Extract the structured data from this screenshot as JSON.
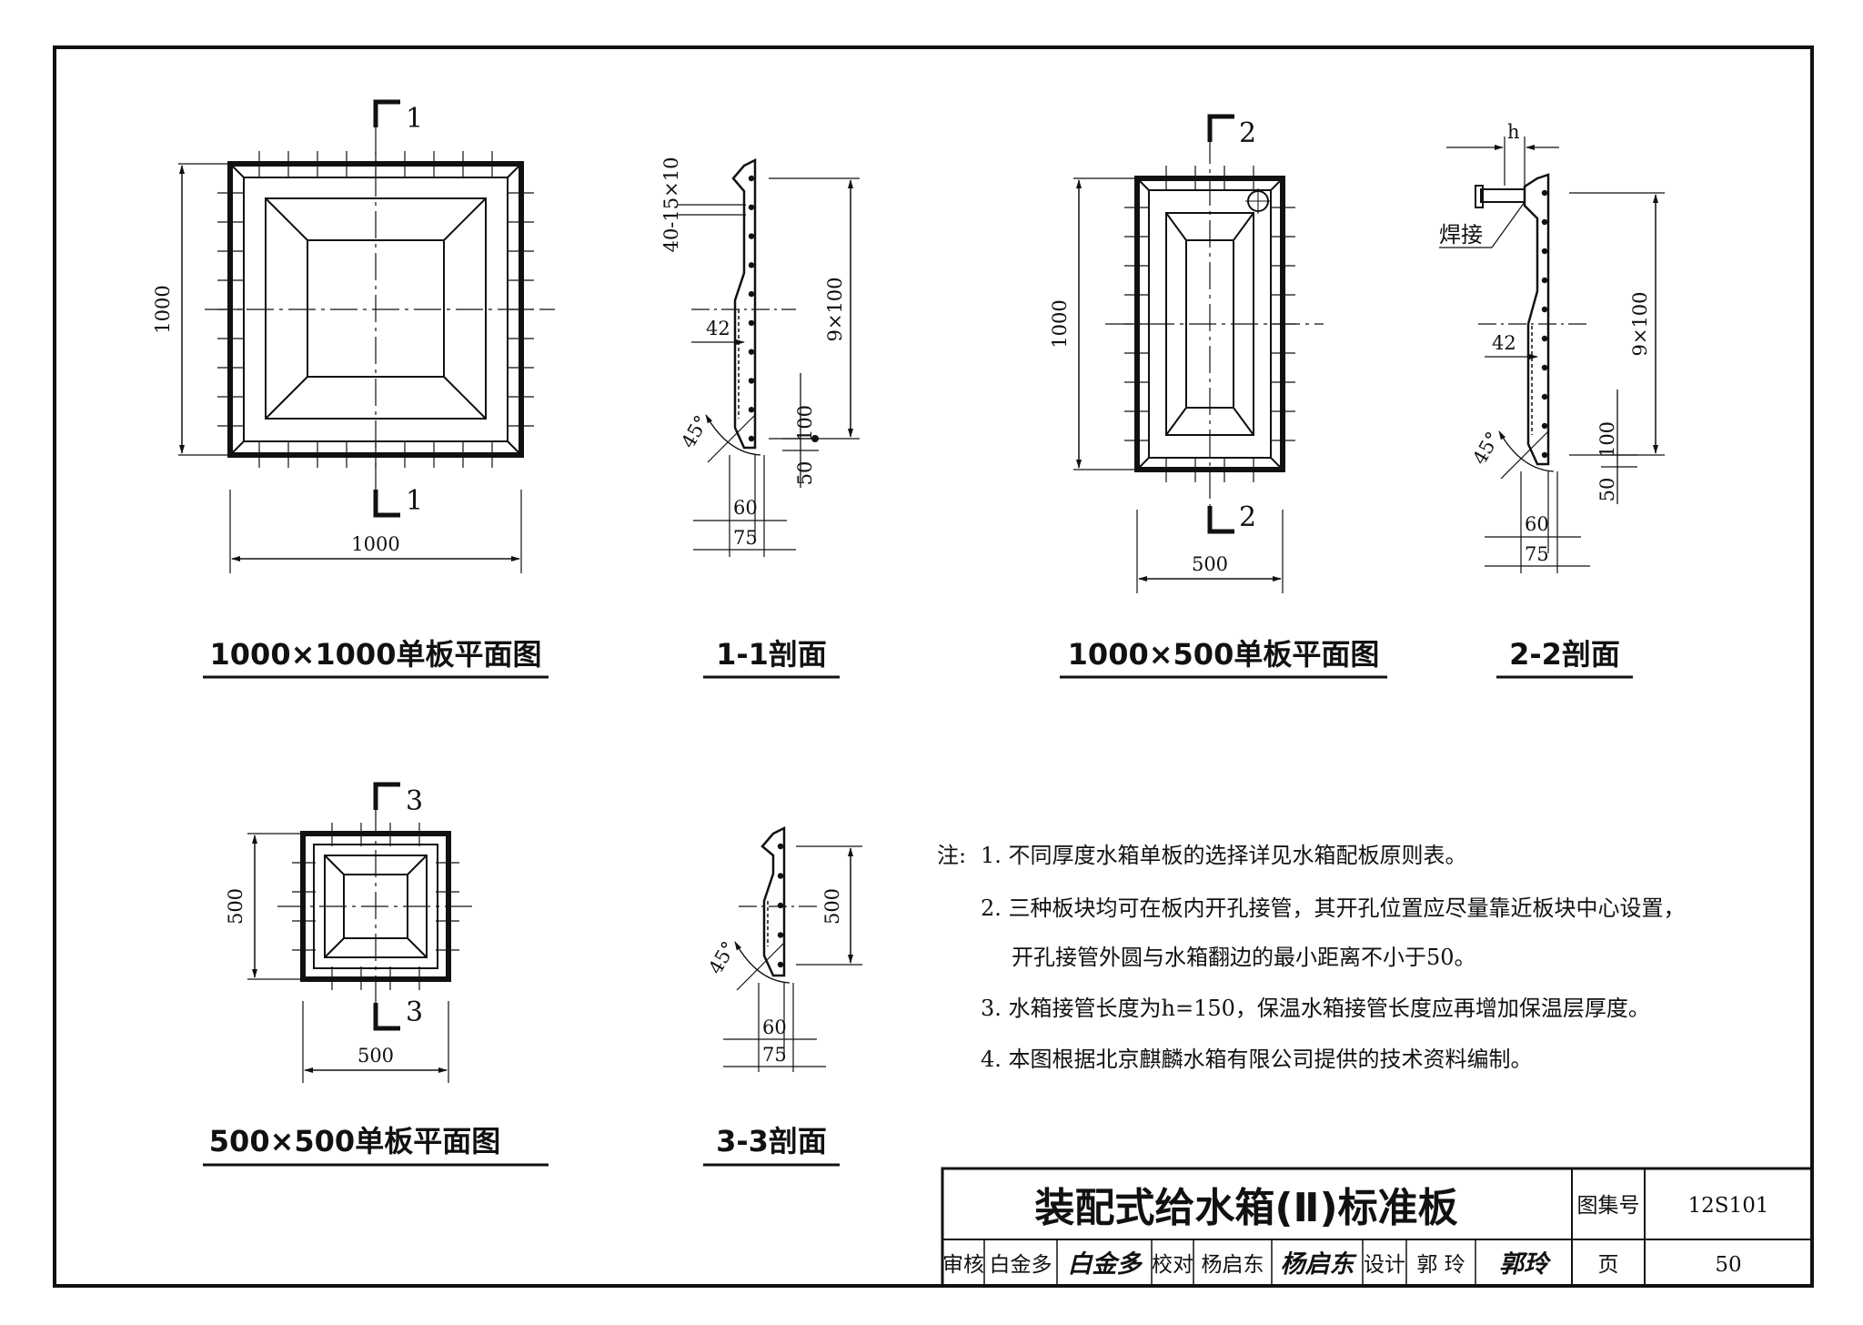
{
  "views": {
    "plan_1000x1000": {
      "caption": "1000×1000单板平面图",
      "dim_width": "1000",
      "dim_height": "1000",
      "section_mark": "1"
    },
    "section_1_1": {
      "caption": "1-1剖面",
      "dim_top": "40-15×10",
      "dim_height": "9×100",
      "dim_angle": "45°",
      "dim_flange": "42",
      "dim_100": "100",
      "dim_50": "50",
      "dim_60": "60",
      "dim_75": "75"
    },
    "plan_1000x500": {
      "caption": "1000×500单板平面图",
      "dim_width": "500",
      "dim_height": "1000",
      "section_mark": "2"
    },
    "section_2_2": {
      "caption": "2-2剖面",
      "dim_h": "h",
      "weld_label": "焊接",
      "dim_height": "9×100",
      "dim_angle": "45°",
      "dim_flange": "42",
      "dim_100": "100",
      "dim_50": "50",
      "dim_60": "60",
      "dim_75": "75"
    },
    "plan_500x500": {
      "caption": "500×500单板平面图",
      "dim_width": "500",
      "dim_height": "500",
      "section_mark": "3"
    },
    "section_3_3": {
      "caption": "3-3剖面",
      "dim_height": "500",
      "dim_angle": "45°",
      "dim_60": "60",
      "dim_75": "75"
    }
  },
  "notes": {
    "label": "注:",
    "items": [
      "1. 不同厚度水箱单板的选择详见水箱配板原则表。",
      "2. 三种板块均可在板内开孔接管，其开孔位置应尽量靠近板块中心设置，",
      "开孔接管外圆与水箱翻边的最小距离不小于50。",
      "3. 水箱接管长度为h=150，保温水箱接管长度应再增加保温层厚度。",
      "4. 本图根据北京麒麟水箱有限公司提供的技术资料编制。"
    ]
  },
  "title_block": {
    "title": "装配式给水箱(Ⅱ)标准板",
    "atlas_label": "图集号",
    "atlas_no": "12S101",
    "page_label": "页",
    "page_no": "50",
    "review_label": "审核",
    "reviewer": "白金多",
    "reviewer_sig": "白金多",
    "check_label": "校对",
    "checker": "杨启东",
    "checker_sig": "杨启东",
    "design_label": "设计",
    "designer": "郭 玲",
    "designer_sig": "郭玲"
  }
}
